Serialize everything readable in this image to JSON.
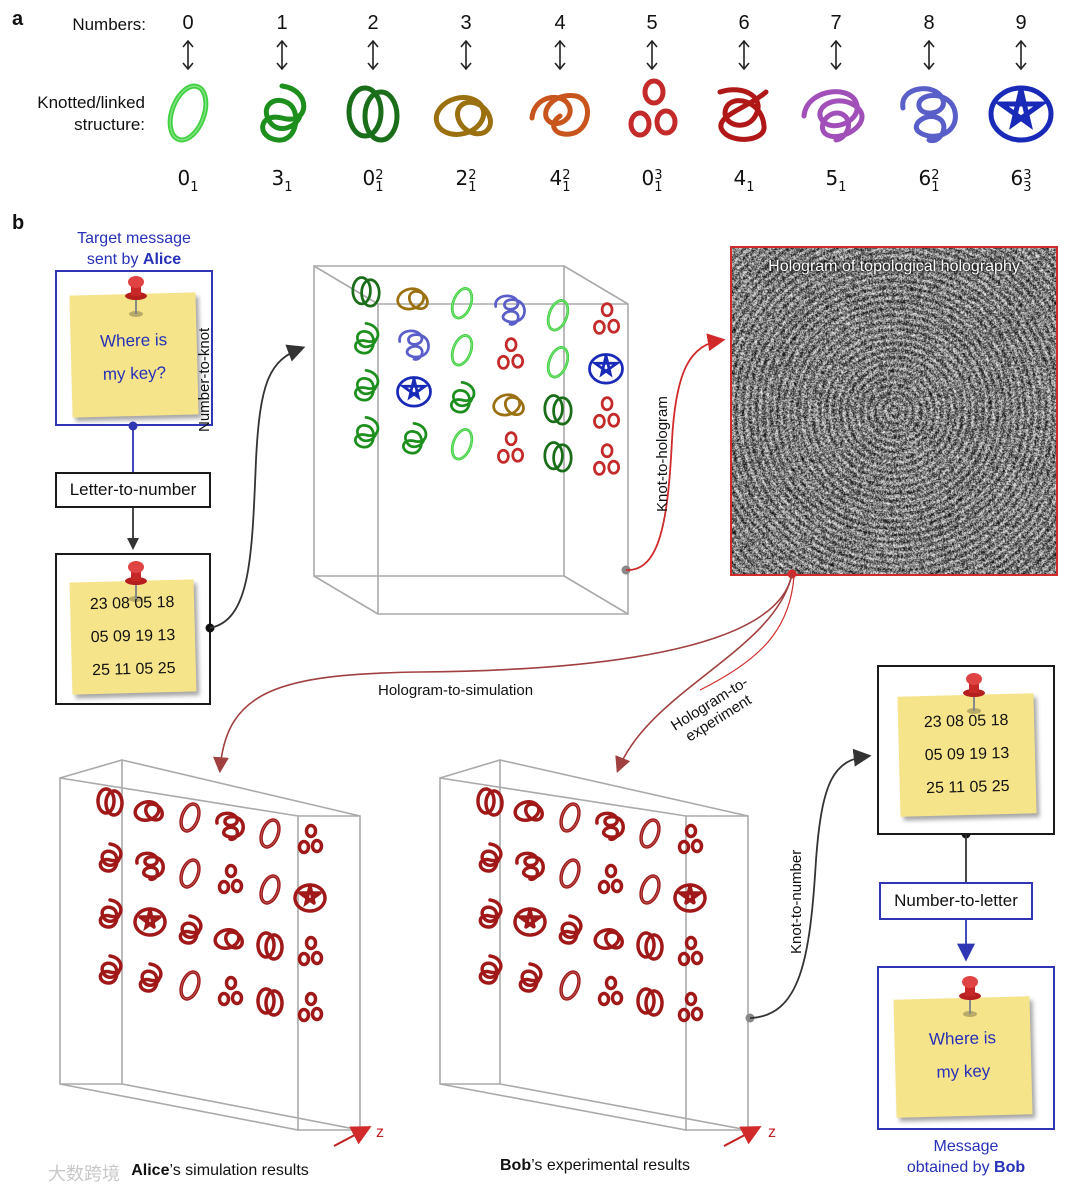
{
  "panel_a": {
    "letter": "a",
    "numbers_label": "Numbers:",
    "structure_label_line1": "Knotted/linked",
    "structure_label_line2": "structure:",
    "items": [
      {
        "number": "0",
        "base": "0",
        "sub": "1",
        "sup": "",
        "color": "#3fd13f"
      },
      {
        "number": "1",
        "base": "3",
        "sub": "1",
        "sup": "",
        "color": "#1d8f1d"
      },
      {
        "number": "2",
        "base": "0",
        "sub": "1",
        "sup": "2",
        "color": "#1a6e1a"
      },
      {
        "number": "3",
        "base": "2",
        "sub": "1",
        "sup": "2",
        "color": "#9a7010"
      },
      {
        "number": "4",
        "base": "4",
        "sub": "1",
        "sup": "2",
        "color": "#c8551c"
      },
      {
        "number": "5",
        "base": "0",
        "sub": "1",
        "sup": "3",
        "color": "#c42a2a"
      },
      {
        "number": "6",
        "base": "4",
        "sub": "1",
        "sup": "",
        "color": "#b01818"
      },
      {
        "number": "7",
        "base": "5",
        "sub": "1",
        "sup": "",
        "color": "#a050b8"
      },
      {
        "number": "8",
        "base": "6",
        "sub": "1",
        "sup": "2",
        "color": "#5a5ec8"
      },
      {
        "number": "9",
        "base": "6",
        "sub": "3",
        "sup": "3",
        "color": "#1a2ab8"
      }
    ]
  },
  "panel_b": {
    "letter": "b",
    "target_line1": "Target message",
    "target_line2_prefix": "sent by ",
    "target_line2_name": "Alice",
    "note_message_line1": "Where is",
    "note_message_line2": "my key?",
    "letter_to_number": "Letter-to-number",
    "code_lines": [
      "23 08 05 18",
      "05 09 19 13",
      "25 11 05 25"
    ],
    "number_to_knot": "Number-to-knot",
    "knot_to_hologram": "Knot-to-hologram",
    "hologram_title": "Hologram of topological holography",
    "hologram_to_simulation": "Hologram-to-simulation",
    "hologram_to_experiment_line1": "Hologram-to-",
    "hologram_to_experiment_line2": "experiment",
    "knot_to_number": "Knot-to-number",
    "number_to_letter": "Number-to-letter",
    "bob_note_line1": "Where is",
    "bob_note_line2": "my key",
    "message_obtained_line1": "Message",
    "message_obtained_prefix": "obtained by ",
    "message_obtained_name": "Bob",
    "alice_caption_name": "Alice",
    "alice_caption_rest": "’s simulation results",
    "bob_caption_name": "Bob",
    "bob_caption_rest": "’s experimental results",
    "axis_z": "z",
    "watermark": "大数跨境"
  },
  "colors": {
    "blue_border": "#2f36b4",
    "red_border": "#d02a2a",
    "note_yellow": "#f6e48a",
    "result_red": "#a01818"
  }
}
